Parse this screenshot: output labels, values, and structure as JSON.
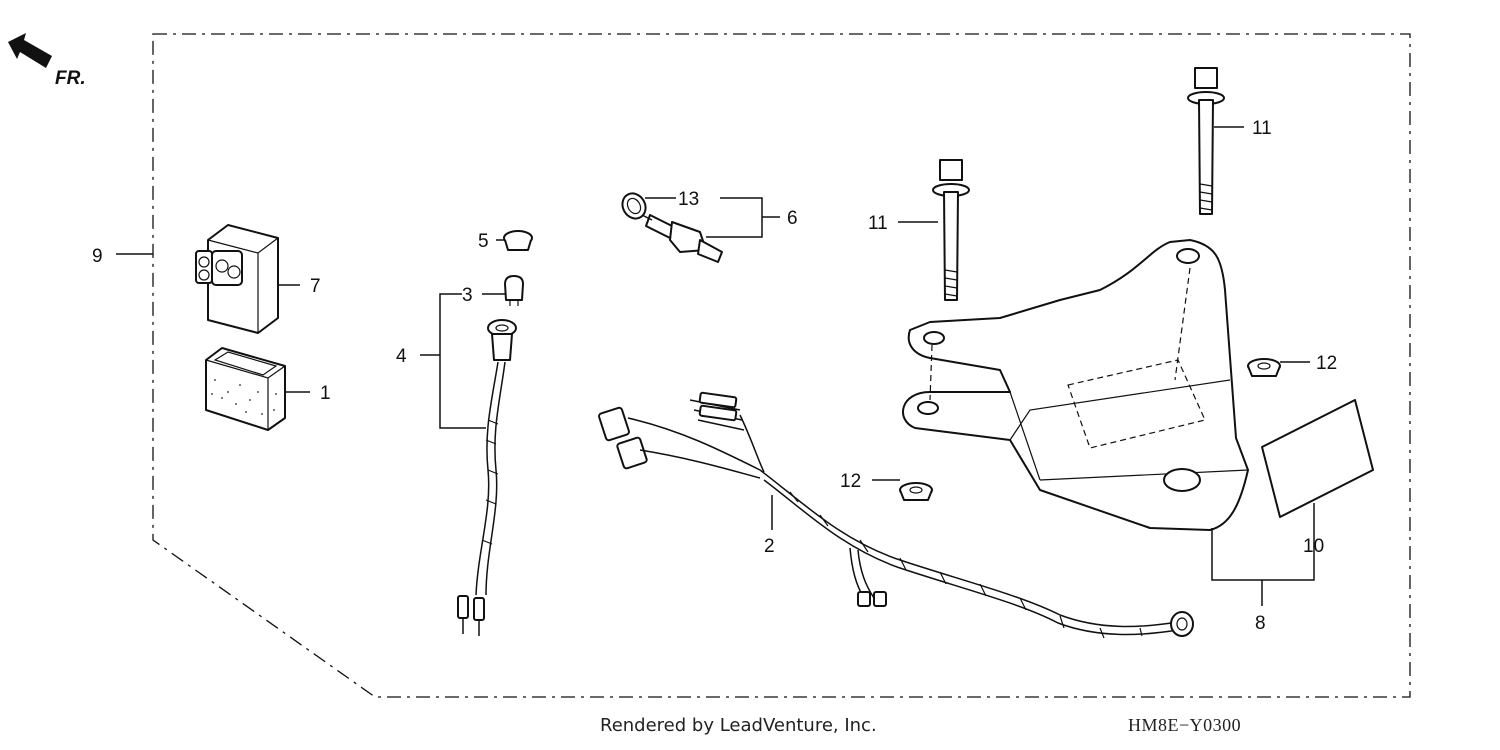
{
  "diagram": {
    "direction_marker": {
      "label": "FR.",
      "icon": "front-direction-arrow-icon"
    },
    "callouts": [
      {
        "id": "c1",
        "label": "1"
      },
      {
        "id": "c2",
        "label": "2"
      },
      {
        "id": "c3",
        "label": "3"
      },
      {
        "id": "c4",
        "label": "4"
      },
      {
        "id": "c5",
        "label": "5"
      },
      {
        "id": "c6",
        "label": "6"
      },
      {
        "id": "c7",
        "label": "7"
      },
      {
        "id": "c8",
        "label": "8"
      },
      {
        "id": "c9",
        "label": "9"
      },
      {
        "id": "c10",
        "label": "10"
      },
      {
        "id": "c11a",
        "label": "11"
      },
      {
        "id": "c11b",
        "label": "11"
      },
      {
        "id": "c12a",
        "label": "12"
      },
      {
        "id": "c12b",
        "label": "12"
      },
      {
        "id": "c13",
        "label": "13"
      }
    ],
    "footer": {
      "credit": "Rendered by LeadVenture, Inc.",
      "diagram_code": "HM8E−Y0300"
    }
  }
}
